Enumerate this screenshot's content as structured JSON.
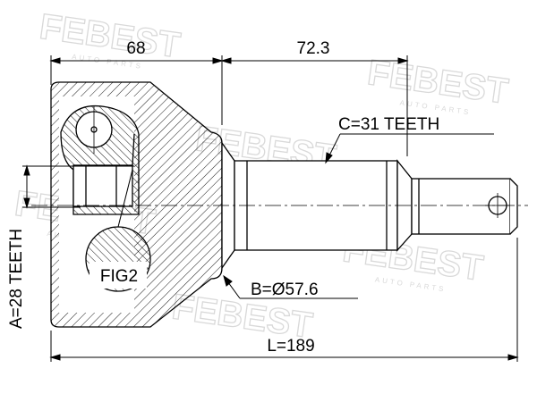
{
  "watermark": {
    "brand": "FEBEST",
    "tagline": "AUTO PARTS"
  },
  "dimensions": {
    "top_left": "68",
    "top_right": "72.3",
    "total_length": "L=189",
    "outer_diameter": "B=Ø57.6",
    "inner_teeth": "A=28 TEETH",
    "outer_teeth": "C=31 TEETH"
  },
  "figure_label": "FIG2"
}
